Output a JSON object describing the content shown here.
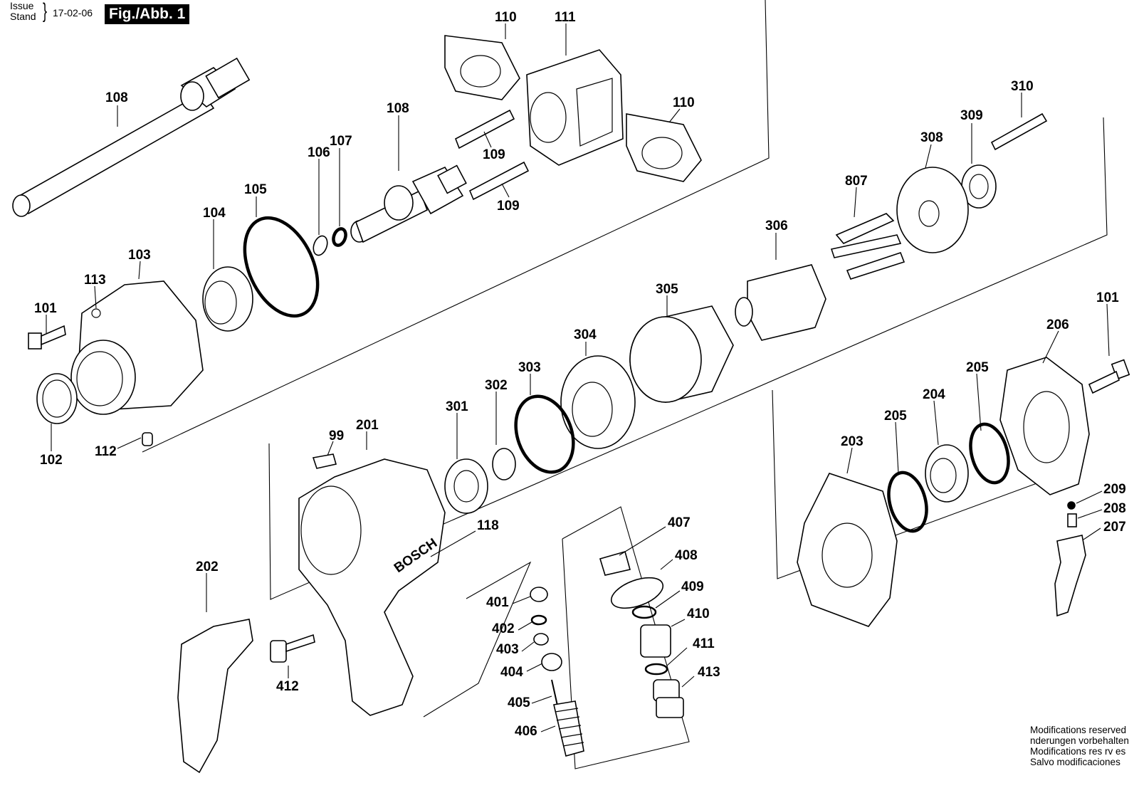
{
  "header": {
    "issue_label": "Issue",
    "stand_label": "Stand",
    "date": "17-02-06",
    "figure": "Fig./Abb. 1"
  },
  "parts": [
    {
      "id": "p-108a",
      "number": "108"
    },
    {
      "id": "p-108b",
      "number": "108"
    },
    {
      "id": "p-110a",
      "number": "110"
    },
    {
      "id": "p-110b",
      "number": "110"
    },
    {
      "id": "p-111",
      "number": "111"
    },
    {
      "id": "p-109a",
      "number": "109"
    },
    {
      "id": "p-109b",
      "number": "109"
    },
    {
      "id": "p-106",
      "number": "106"
    },
    {
      "id": "p-107",
      "number": "107"
    },
    {
      "id": "p-105",
      "number": "105"
    },
    {
      "id": "p-104",
      "number": "104"
    },
    {
      "id": "p-103",
      "number": "103"
    },
    {
      "id": "p-113",
      "number": "113"
    },
    {
      "id": "p-101a",
      "number": "101"
    },
    {
      "id": "p-102",
      "number": "102"
    },
    {
      "id": "p-112",
      "number": "112"
    },
    {
      "id": "p-310",
      "number": "310"
    },
    {
      "id": "p-309",
      "number": "309"
    },
    {
      "id": "p-308",
      "number": "308"
    },
    {
      "id": "p-807",
      "number": "807"
    },
    {
      "id": "p-306",
      "number": "306"
    },
    {
      "id": "p-305",
      "number": "305"
    },
    {
      "id": "p-304",
      "number": "304"
    },
    {
      "id": "p-303",
      "number": "303"
    },
    {
      "id": "p-302",
      "number": "302"
    },
    {
      "id": "p-301",
      "number": "301"
    },
    {
      "id": "p-99",
      "number": "99"
    },
    {
      "id": "p-201",
      "number": "201"
    },
    {
      "id": "p-118",
      "number": "118"
    },
    {
      "id": "p-202",
      "number": "202"
    },
    {
      "id": "p-412",
      "number": "412"
    },
    {
      "id": "p-401",
      "number": "401"
    },
    {
      "id": "p-402",
      "number": "402"
    },
    {
      "id": "p-403",
      "number": "403"
    },
    {
      "id": "p-404",
      "number": "404"
    },
    {
      "id": "p-405",
      "number": "405"
    },
    {
      "id": "p-406",
      "number": "406"
    },
    {
      "id": "p-407",
      "number": "407"
    },
    {
      "id": "p-408",
      "number": "408"
    },
    {
      "id": "p-409",
      "number": "409"
    },
    {
      "id": "p-410",
      "number": "410"
    },
    {
      "id": "p-411",
      "number": "411"
    },
    {
      "id": "p-413",
      "number": "413"
    },
    {
      "id": "p-101b",
      "number": "101"
    },
    {
      "id": "p-206",
      "number": "206"
    },
    {
      "id": "p-205a",
      "number": "205"
    },
    {
      "id": "p-205b",
      "number": "205"
    },
    {
      "id": "p-204",
      "number": "204"
    },
    {
      "id": "p-203",
      "number": "203"
    },
    {
      "id": "p-209",
      "number": "209"
    },
    {
      "id": "p-208",
      "number": "208"
    },
    {
      "id": "p-207",
      "number": "207"
    }
  ],
  "brand_marking": "BOSCH",
  "footer": {
    "lines": [
      "Modifications reserved",
      "nderungen vorbehalten",
      "Modifications res rv es",
      "Salvo modificaciones"
    ]
  }
}
